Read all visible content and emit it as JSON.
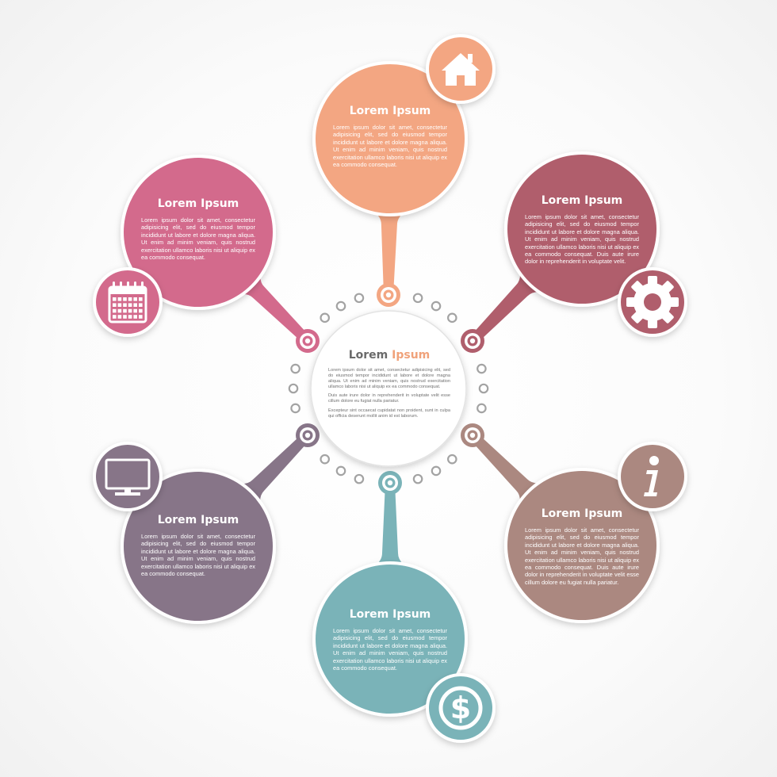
{
  "colors": {
    "top": "#f3a682",
    "upper_right": "#b05e6c",
    "lower_right": "#ab8880",
    "bottom": "#7ab3b8",
    "lower_left": "#877588",
    "upper_left": "#d36a8c",
    "ring_dot": "#a3a3a3"
  },
  "center": {
    "title_part1": "Lorem",
    "title_part2": "Ipsum",
    "paragraphs": [
      "Lorem ipsum dolor sit amet, consectetur adipisicing elit, sed do eiusmod tempor incididunt ut labore et dolore magna aliqua. Ut enim ad minim veniam, quis nostrud exercitation ullamco laboris nisi ut aliquip ex ea commodo consequat.",
      "Duis aute irure dolor in reprehenderit in voluptate velit esse cillum dolore eu fugiat nulla pariatur.",
      "Excepteur sint occaecat cupidatat non proident, sunt in culpa qui officia deserunt mollit anim id est laborum."
    ]
  },
  "nodes": [
    {
      "id": "top",
      "icon": "home-icon",
      "title": "Lorem Ipsum",
      "text": "Lorem ipsum dolor sit amet, consectetur adipisicing elit, sed do eiusmod tempor incididunt ut labore et dolore magna aliqua. Ut enim ad minim veniam, quis nostrud exercitation ullamco laboris nisi ut aliquip ex ea commodo consequat."
    },
    {
      "id": "upper_right",
      "icon": "gear-icon",
      "title": "Lorem Ipsum",
      "text": "Lorem ipsum dolor sit amet, consectetur adipisicing elit, sed do eiusmod tempor incididunt ut labore et dolore magna aliqua. Ut enim ad minim veniam, quis nostrud exercitation ullamco laboris nisi ut aliquip ex ea commodo consequat. Duis aute irure dolor in reprehenderit in voluptate velit."
    },
    {
      "id": "lower_right",
      "icon": "info-icon",
      "title": "Lorem Ipsum",
      "text": "Lorem ipsum dolor sit amet, consectetur adipisicing elit, sed do eiusmod tempor incididunt ut labore et dolore magna aliqua. Ut enim ad minim veniam, quis nostrud exercitation ullamco laboris nisi ut aliquip ex ea commodo consequat. Duis aute irure dolor in reprehenderit in voluptate velit esse cillum dolore eu fugiat nulla pariatur."
    },
    {
      "id": "bottom",
      "icon": "dollar-icon",
      "title": "Lorem Ipsum",
      "text": "Lorem ipsum dolor sit amet, consectetur adipisicing elit, sed do eiusmod tempor incididunt ut labore et dolore magna aliqua. Ut enim ad minim veniam, quis nostrud exercitation ullamco laboris nisi ut aliquip ex ea commodo consequat."
    },
    {
      "id": "lower_left",
      "icon": "monitor-icon",
      "title": "Lorem Ipsum",
      "text": "Lorem ipsum dolor sit amet, consectetur adipisicing elit, sed do eiusmod tempor incididunt ut labore et dolore magna aliqua. Ut enim ad minim veniam, quis nostrud exercitation ullamco laboris nisi ut aliquip ex ea commodo consequat."
    },
    {
      "id": "upper_left",
      "icon": "calendar-icon",
      "title": "Lorem Ipsum",
      "text": "Lorem ipsum dolor sit amet, consectetur adipisicing elit, sed do eiusmod tempor incididunt ut labore et dolore magna aliqua. Ut enim ad minim veniam, quis nostrud exercitation ullamco laboris nisi ut aliquip ex ea commodo consequat."
    }
  ]
}
